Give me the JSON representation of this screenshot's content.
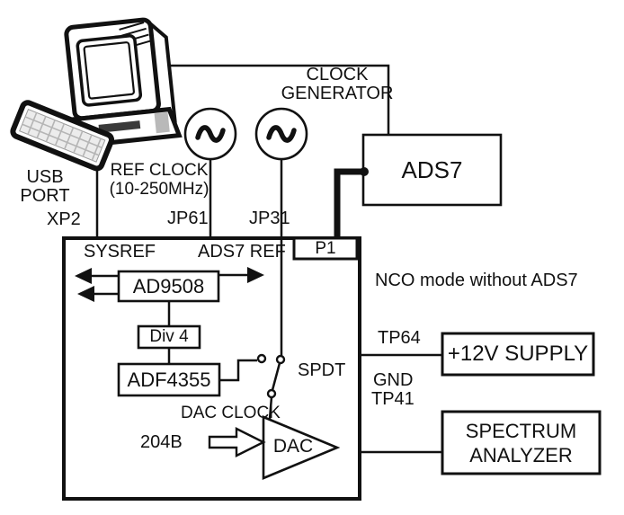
{
  "colors": {
    "ink": "#111111",
    "paper": "#ffffff"
  },
  "host_pc": {
    "usb": "USB",
    "port": "PORT",
    "connector": "XP2"
  },
  "clock_sources": {
    "ref_clock_name": "REF CLOCK",
    "ref_clock_range": "(10-250MHz)",
    "jp61": "JP61",
    "jp31": "JP31"
  },
  "clock_generator": {
    "title_line1": "CLOCK",
    "title_line2": "GENERATOR",
    "device": "ADS7"
  },
  "board": {
    "p1": "P1",
    "sysref": "SYSREF",
    "ads7_ref": "ADS7 REF",
    "ad9508": "AD9508",
    "divider": "Div 4",
    "pll": "ADF4355",
    "switch": "SPDT",
    "dac_clock": "DAC CLOCK",
    "jesd": "204B",
    "dac": "DAC"
  },
  "annotations": {
    "mode_note": "NCO mode without ADS7",
    "tp64": "TP64",
    "gnd": "GND",
    "tp41": "TP41"
  },
  "instruments": {
    "supply": "+12V SUPPLY",
    "spectrum_line1": "SPECTRUM",
    "spectrum_line2": "ANALYZER"
  }
}
